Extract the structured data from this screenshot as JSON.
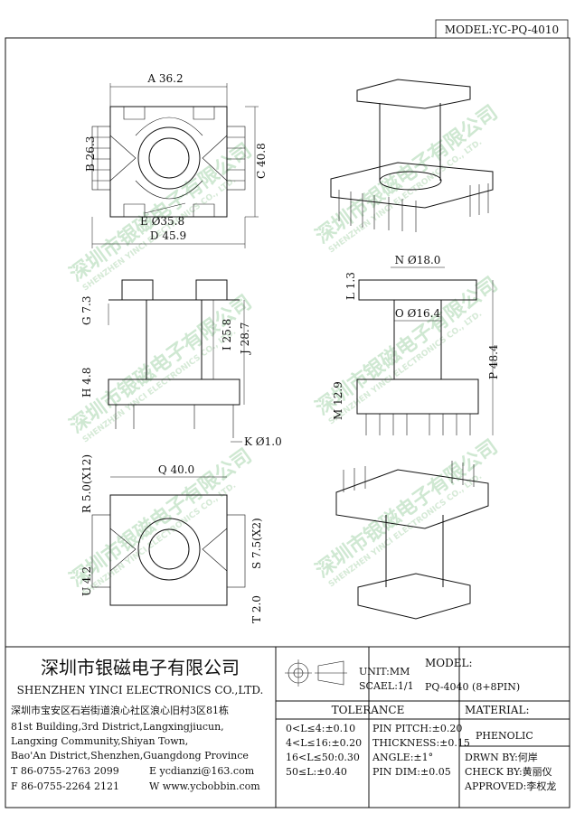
{
  "model_tag": "MODEL:YC-PQ-4010",
  "dims": {
    "A": "A 36.2",
    "B": "B 26.3",
    "C": "C 40.8",
    "D": "D 45.9",
    "E": "E Ø35.8",
    "G": "G 7.3",
    "H": "H 4.8",
    "I": "I 25.8",
    "J": "J 28.7",
    "K": "K Ø1.0",
    "L": "L 1.3",
    "M": "M 12.9",
    "N": "N Ø18.0",
    "O": "O Ø16.4",
    "P": "P 48.4",
    "Q": "Q 40.0",
    "R": "R 5.0(X12)",
    "S": "S 7.5(X2)",
    "T": "T 2.0",
    "U": "U 4.2"
  },
  "watermark": {
    "cn": "深圳市银磁电子有限公司",
    "en": "SHENZHEN YINCI ELECTRONICS CO., LTD."
  },
  "company": {
    "name_cn": "深圳市银磁电子有限公司",
    "name_en": "SHENZHEN YINCI ELECTRONICS CO.,LTD.",
    "address_cn": "深圳市宝安区石岩街道浪心社区浪心旧村3区81栋",
    "address_en_1": "81st Building,3rd District,Langxingjiucun,",
    "address_en_2": "Langxing Community,Shiyan Town,",
    "address_en_3": "Bao'An District,Shenzhen,Guangdong Province",
    "tel": "T 86-0755-2763 2099",
    "email": "E ycdianzi@163.com",
    "fax": "F 86-0755-2264 2121",
    "web": "W www.ycbobbin.com"
  },
  "units": {
    "unit": "UNIT:MM",
    "scale": "SCAEL:1/1"
  },
  "tolerance": {
    "header": "TOLERANCE",
    "left": [
      "0<L≤4:±0.10",
      "4<L≤16:±0.20",
      "16<L≤50:0.30",
      "50≤L:±0.40"
    ],
    "right": [
      "PIN PITCH:±0.20",
      "THICKNESS:±0.15",
      "ANGLE:±1°",
      "PIN DIM:±0.05"
    ]
  },
  "model": {
    "label": "MODEL:",
    "value": "PQ-4040 (8+8PIN)"
  },
  "material": {
    "label": "MATERIAL:",
    "value": "PHENOLIC"
  },
  "signoff": {
    "drawn": "DRWN BY:何岸",
    "check": "CHECK BY:黄丽仪",
    "approved": "APPROVED:李权龙"
  }
}
